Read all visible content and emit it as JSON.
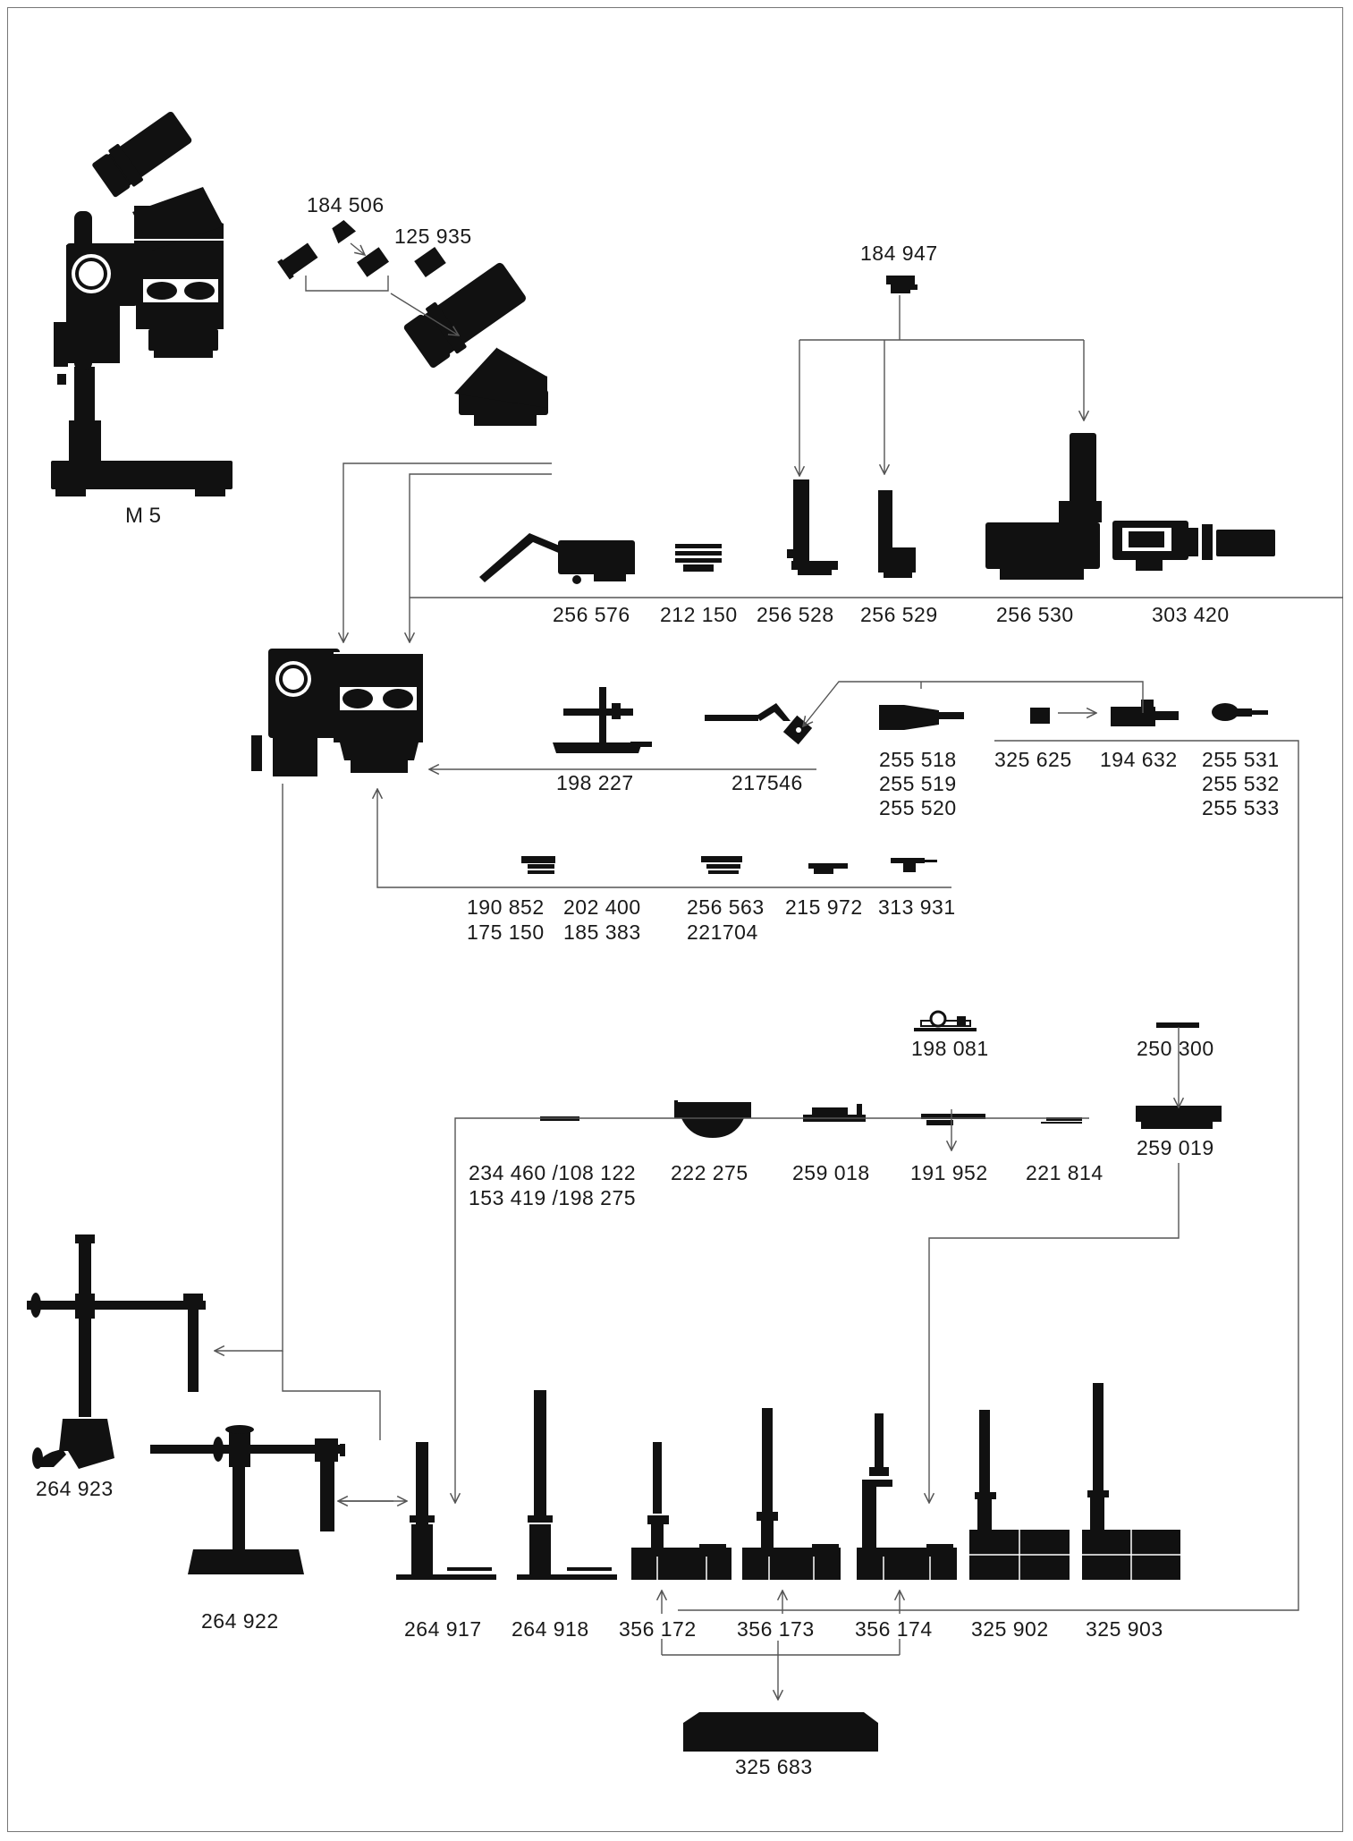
{
  "title": "M 5",
  "colors": {
    "ink": "#111111",
    "line": "#555555",
    "frame": "#777777",
    "background": "#ffffff"
  },
  "labels": {
    "eyepiece_184506": "184 506",
    "eyepiece_125935": "125 935",
    "photo_184947": "184 947",
    "acc_256576": "256 576",
    "acc_212150": "212 150",
    "acc_256528": "256 528",
    "acc_256529": "256 529",
    "acc_256530": "256 530",
    "acc_303420": "303 420",
    "illum_198227": "198 227",
    "illum_217546": "217546",
    "lamp_255518": "255 518",
    "lamp_255519": "255 519",
    "lamp_255520": "255 520",
    "lamp_325625": "325 625",
    "lamp_194632": "194 632",
    "lamp_255531": "255 531",
    "lamp_255532": "255 532",
    "lamp_255533": "255 533",
    "obj_190852": "190 852",
    "obj_175150": "175 150",
    "obj_202400": "202 400",
    "obj_185383": "185 383",
    "obj_256563": "256 563",
    "obj_221704": "221704",
    "obj_215972": "215 972",
    "obj_313931": "313 931",
    "stage_198081": "198 081",
    "stage_250300": "250 300",
    "stage_234460_108122": "234 460 /108 122",
    "stage_153419_198275": "153 419 /198 275",
    "stage_222275": "222 275",
    "stage_259018": "259 018",
    "stage_191952": "191 952",
    "stage_221814": "221 814",
    "stage_259019": "259 019",
    "boom_264923": "264 923",
    "boom_264922": "264 922",
    "stand_264917": "264 917",
    "stand_264918": "264 918",
    "stand_356172": "356 172",
    "stand_356173": "356 173",
    "stand_356174": "356 174",
    "stand_325902": "325 902",
    "stand_325903": "325 903",
    "base_325683": "325 683"
  }
}
